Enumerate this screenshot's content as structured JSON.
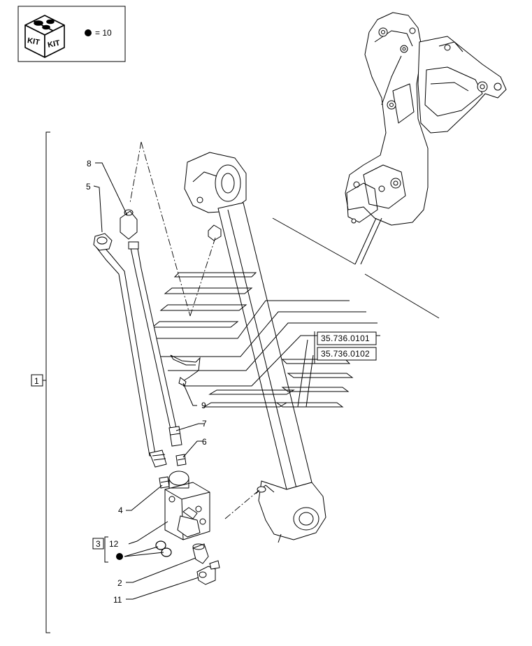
{
  "kit_legend": {
    "kit_text_left": "KIT",
    "kit_text_right": "KIT",
    "symbol": "filled-circle",
    "quantity_text": "= 10"
  },
  "callouts": {
    "item_1": "1",
    "item_2": "2",
    "item_3": "3",
    "item_4": "4",
    "item_5": "5",
    "item_6": "6",
    "item_7": "7",
    "item_8": "8",
    "item_9": "9",
    "item_11": "11",
    "item_12": "12"
  },
  "references": {
    "ref_a": "35.736.0101",
    "ref_b": "35.736.0102"
  },
  "colors": {
    "line": "#000000",
    "background": "#ffffff"
  }
}
